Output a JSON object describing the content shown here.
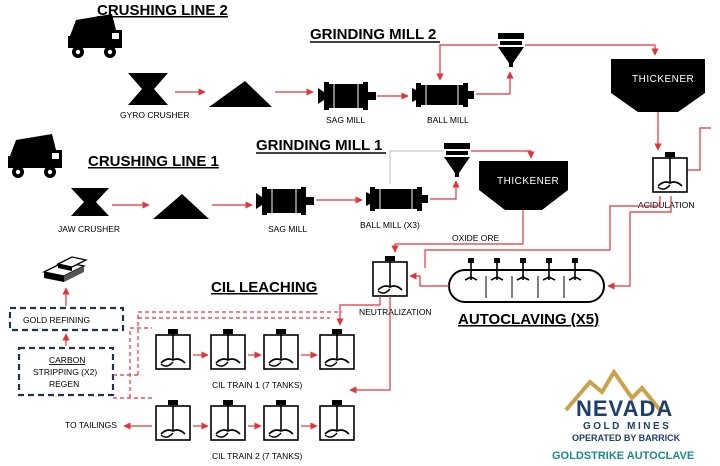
{
  "lines": {
    "crushing_2": "CRUSHING LINE 2",
    "crushing_1": "CRUSHING LINE 1",
    "grinding_2": "GRINDING MILL 2",
    "grinding_1": "GRINDING MILL 1",
    "cil": "CIL LEACHING",
    "autoclaving": "AUTOCLAVING (X5)"
  },
  "equipment": {
    "gyro_crusher": "GYRO CRUSHER",
    "sag_mill_2": "SAG MILL",
    "ball_mill_2": "BALL MILL",
    "thickener_top": "THICKENER",
    "jaw_crusher": "JAW CRUSHER",
    "sag_mill_1": "SAG MILL",
    "ball_mill_1": "BALL MILL (X3)",
    "thickener_mid": "THICKENER",
    "acidulation": "ACIDULATION",
    "oxide_ore": "OXIDE ORE",
    "neutralization": "NEUTRALIZATION",
    "gold_refining": "GOLD REFINING",
    "carbon_1": "CARBON",
    "carbon_2": "STRIPPING (X2)",
    "carbon_3": "REGEN",
    "cil_train_1": "CIL TRAIN 1 (7 TANKS)",
    "cil_train_2": "CIL TRAIN 2 (7 TANKS)",
    "tailings": "TO TAILINGS"
  },
  "logo": {
    "name": "NEVADA",
    "sub": "GOLD MINES",
    "operated": "OPERATED BY BARRICK",
    "caption": "GOLDSTRIKE AUTOCLAVE",
    "colors": {
      "navy": "#1d3e6e",
      "gold": "#c9a24a",
      "teal": "#1a8a86"
    }
  },
  "colors": {
    "flow": "#e0363b",
    "dashed_box": "#1f3350",
    "equipment": "#000000"
  }
}
